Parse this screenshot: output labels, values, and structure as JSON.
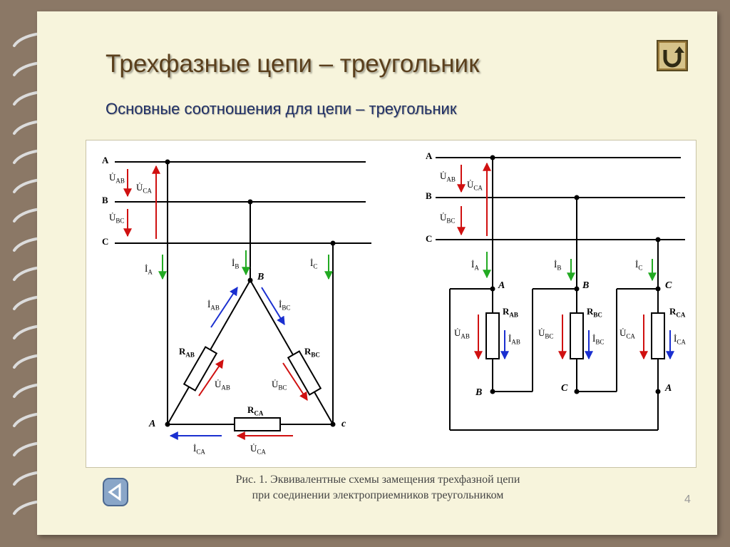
{
  "header": {
    "title": "Трехфазные цепи – треугольник",
    "subtitle": "Основные  соотношения  для  цепи – треугольник"
  },
  "caption": {
    "line1": "Рис. 1. Эквивалентные схемы замещения трехфазной цепи",
    "line2": "при соединении электроприемников треугольником"
  },
  "page_number": "4",
  "icons": {
    "home": "return-arrow-icon",
    "back": "triangle-left-icon"
  },
  "colors": {
    "voltage_arrow": "#d01010",
    "current_arrow_line": "#22aa22",
    "current_arrow_phase": "#1a2fd0",
    "title": "#5a3f1c",
    "subtitle": "#1f2f66"
  },
  "left_diagram": {
    "line_labels": [
      "A",
      "B",
      "C"
    ],
    "voltage_labels": [
      "U̇",
      "AB",
      "U̇",
      "CA",
      "U̇",
      "BC"
    ],
    "line_current_labels": [
      "İ",
      "A",
      "İ",
      "B",
      "İ",
      "C"
    ],
    "node_labels": [
      "B",
      "A",
      "c"
    ],
    "resistors": [
      "R",
      "AB",
      "R",
      "BC",
      "R",
      "CA"
    ],
    "phase_currents": [
      "İ",
      "AB",
      "İ",
      "BC",
      "İ",
      "CA"
    ],
    "phase_voltages": [
      "U̇",
      "AB",
      "U̇",
      "BC",
      "U̇",
      "CA"
    ]
  },
  "right_diagram": {
    "line_labels": [
      "A",
      "B",
      "C"
    ],
    "voltage_labels": [
      "U̇",
      "AB",
      "U̇",
      "CA",
      "U̇",
      "BC"
    ],
    "line_current_labels": [
      "İ",
      "A",
      "İ",
      "B",
      "İ",
      "C"
    ],
    "top_node_labels": [
      "A",
      "B",
      "C"
    ],
    "bottom_node_labels": [
      "B",
      "C",
      "A"
    ],
    "resistors": [
      "R",
      "AB",
      "R",
      "BC",
      "R",
      "CA"
    ],
    "phase_voltages": [
      "U̇",
      "AB",
      "U̇",
      "BC",
      "U̇",
      "CA"
    ],
    "phase_currents": [
      "İ",
      "AB",
      "İ",
      "BC",
      "İ",
      "CA"
    ]
  }
}
